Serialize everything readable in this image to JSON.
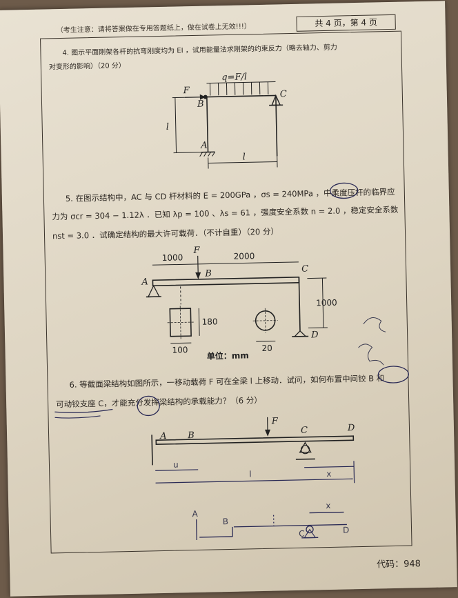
{
  "header": {
    "note": "（考生注意：请将答案做在专用答题纸上，做在试卷上无效!!!）",
    "page_info": "共 4 页，第 4 页"
  },
  "q4": {
    "text_line1": "4. 图示平面刚架各杆的抗弯刚度均为 EI ，试用能量法求刚架的约束反力（略去轴力、剪力",
    "text_line2": "对变形的影响）（20 分）",
    "load_label": "q=F/l",
    "labels": {
      "F": "F",
      "B": "B",
      "C": "C",
      "A": "A",
      "l_left": "l",
      "l_bottom": "l"
    }
  },
  "q5": {
    "line1": "5. 在图示结构中，AC 与 CD 杆材料的 E = 200GPa ，σs = 240MPa ，中柔度压杆的临界应",
    "line2": "力为 σcr = 304 − 1.12λ ．已知 λp = 100 、λs = 61 ，强度安全系数 n = 2.0 ，稳定安全系数",
    "line3": "nst = 3.0 ．试确定结构的最大许可载荷．（不计自重）（20 分）",
    "labels": {
      "F": "F",
      "A": "A",
      "B": "B",
      "C": "C",
      "D": "D",
      "dim_1000": "1000",
      "dim_2000": "2000",
      "dim_1000_v": "1000",
      "dim_180": "180",
      "dim_100": "100",
      "dim_20": "20",
      "unit": "单位：mm"
    }
  },
  "q6": {
    "line1": "6. 等截面梁结构如图所示，一移动载荷 F 可在全梁 l 上移动．试问，如何布置中间铰 B 和",
    "line2": "可动铰支座 C，才能充分发挥梁结构的承载能力？（6 分）",
    "labels": {
      "A": "A",
      "B": "B",
      "C": "C",
      "D": "D",
      "F": "F",
      "u": "u",
      "l": "l",
      "x": "x"
    },
    "sketch_labels": {
      "A": "A",
      "B": "B",
      "C": "C",
      "D": "D",
      "x": "x"
    }
  },
  "footer": {
    "code": "代码：948"
  }
}
